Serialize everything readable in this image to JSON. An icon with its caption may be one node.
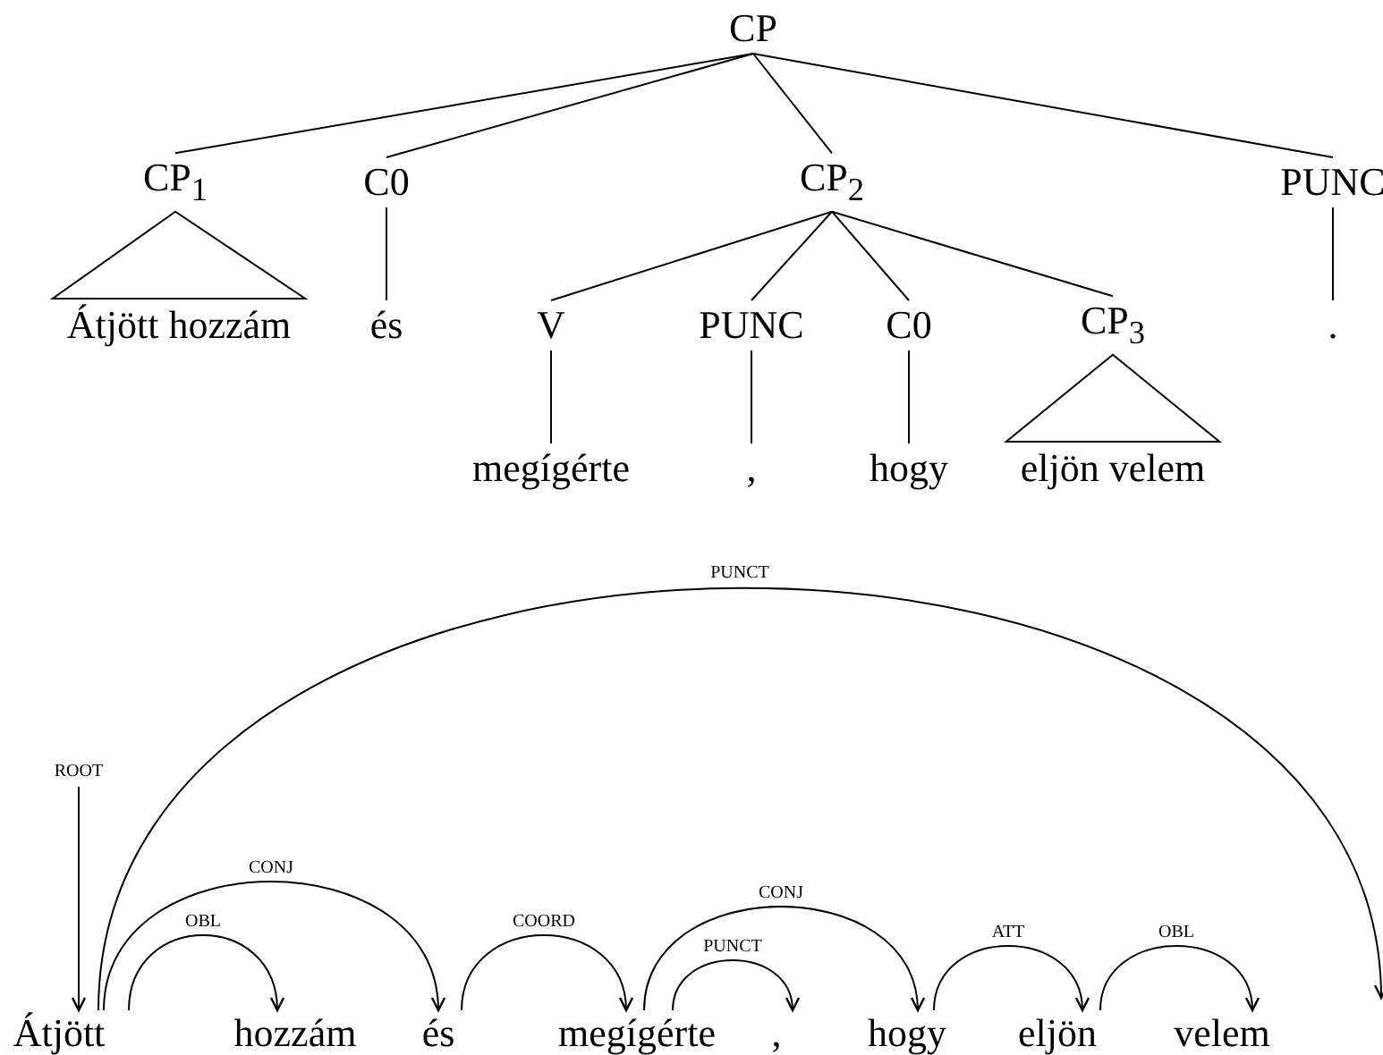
{
  "diagram": {
    "nodes": [
      {
        "text": [
          "CP"
        ]
      },
      {
        "text": [
          "CP$_{1}$"
        ]
      },
      {
        "text": [
          "C0"
        ]
      },
      {
        "text": [
          "CP$_{2}$"
        ]
      },
      {
        "text": [
          "PUNC"
        ]
      },
      {
        "text": [
          "Átjött hozzám"
        ]
      },
      {
        "text": [
          "és"
        ]
      },
      {
        "text": [
          "V"
        ]
      },
      {
        "text": [
          "PUNC"
        ]
      },
      {
        "text": [
          "C0"
        ]
      },
      {
        "text": [
          "CP$_{3}$"
        ]
      },
      {
        "text": [
          "."
        ]
      },
      {
        "text": [
          "megígérte"
        ]
      },
      {
        "text": [
          ","
        ]
      },
      {
        "text": [
          "hogy"
        ]
      },
      {
        "text": [
          "eljön velem"
        ]
      },
      {
        "text": [
          "ROOT"
        ]
      },
      {
        "text": [
          "Átjött"
        ]
      },
      {
        "text": [
          "hozzám"
        ]
      },
      {
        "text": [
          "és"
        ]
      },
      {
        "text": [
          "megígérte"
        ]
      },
      {
        "text": [
          ","
        ]
      },
      {
        "text": [
          "hogy"
        ]
      },
      {
        "text": [
          "eljön"
        ]
      },
      {
        "text": [
          "velem"
        ]
      }
    ],
    "edges": [
      {
        "from": 0,
        "to": 1,
        "arrow": "none"
      },
      {
        "from": 0,
        "to": 2,
        "arrow": "none"
      },
      {
        "from": 0,
        "to": 3,
        "arrow": "none"
      },
      {
        "from": 0,
        "to": 4,
        "arrow": "none"
      },
      {
        "from": 1,
        "to": 5,
        "arrow": "none"
      },
      {
        "from": 2,
        "to": 6,
        "arrow": "none"
      },
      {
        "from": 3,
        "to": 7,
        "arrow": "none"
      },
      {
        "from": 3,
        "to": 8,
        "arrow": "none"
      },
      {
        "from": 3,
        "to": 9,
        "arrow": "none"
      },
      {
        "from": 3,
        "to": 10,
        "arrow": "none"
      },
      {
        "from": 4,
        "to": 11,
        "arrow": "none"
      },
      {
        "from": 7,
        "to": 12,
        "arrow": "none"
      },
      {
        "from": 8,
        "to": 13,
        "arrow": "none"
      },
      {
        "from": 9,
        "to": 14,
        "arrow": "none"
      },
      {
        "from": 10,
        "to": 15,
        "arrow": "none"
      },
      {
        "from": 16,
        "to": 17,
        "arrow": "to"
      },
      {
        "from": 17,
        "to": 18,
        "arrow": "to",
        "label": "OBL"
      },
      {
        "from": 17,
        "to": 19,
        "arrow": "to",
        "label": "CONJ"
      },
      {
        "from": 19,
        "to": 20,
        "arrow": "to",
        "label": "COORD"
      },
      {
        "from": 20,
        "to": 21,
        "arrow": "to",
        "label": "PUNCT"
      },
      {
        "from": 20,
        "to": 22,
        "arrow": "to",
        "label": "CONJ"
      },
      {
        "from": 22,
        "to": 23,
        "arrow": "to",
        "label": "ATT"
      },
      {
        "from": 23,
        "to": 24,
        "arrow": "to",
        "label": "OBL"
      },
      {
        "from": 17,
        "to": null,
        "arrow": "to",
        "label": "PUNCT"
      }
    ]
  }
}
